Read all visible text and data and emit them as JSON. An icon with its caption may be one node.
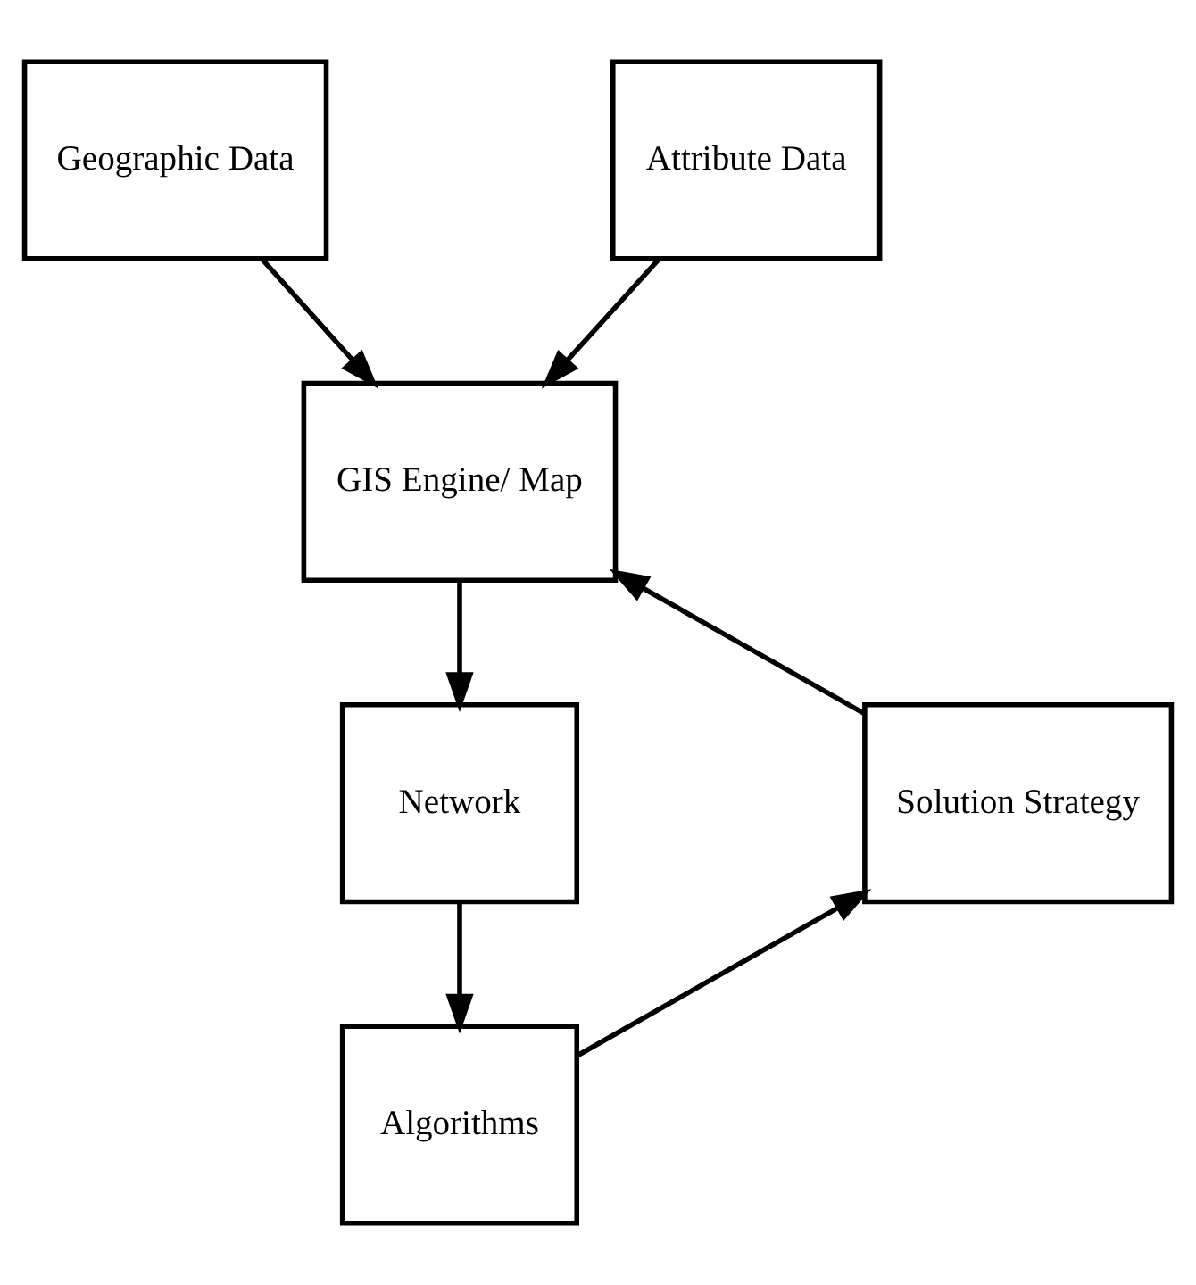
{
  "diagram": {
    "nodes": [
      {
        "text": [
          "Geographic Data"
        ]
      },
      {
        "text": [
          "Attribute Data"
        ]
      },
      {
        "text": [
          "GIS Engine/ Map"
        ]
      },
      {
        "text": [
          "Network"
        ]
      },
      {
        "text": [
          "Solution Strategy"
        ]
      },
      {
        "text": [
          "Algorithms"
        ]
      }
    ],
    "edges": [
      {
        "from": 0,
        "to": 2,
        "arrow": "to"
      },
      {
        "from": 1,
        "to": 2,
        "arrow": "to"
      },
      {
        "from": 2,
        "to": 3,
        "arrow": "to"
      },
      {
        "from": 3,
        "to": 5,
        "arrow": "to"
      },
      {
        "from": 5,
        "to": 4,
        "arrow": "to"
      },
      {
        "from": 4,
        "to": 2,
        "arrow": "to"
      }
    ]
  }
}
